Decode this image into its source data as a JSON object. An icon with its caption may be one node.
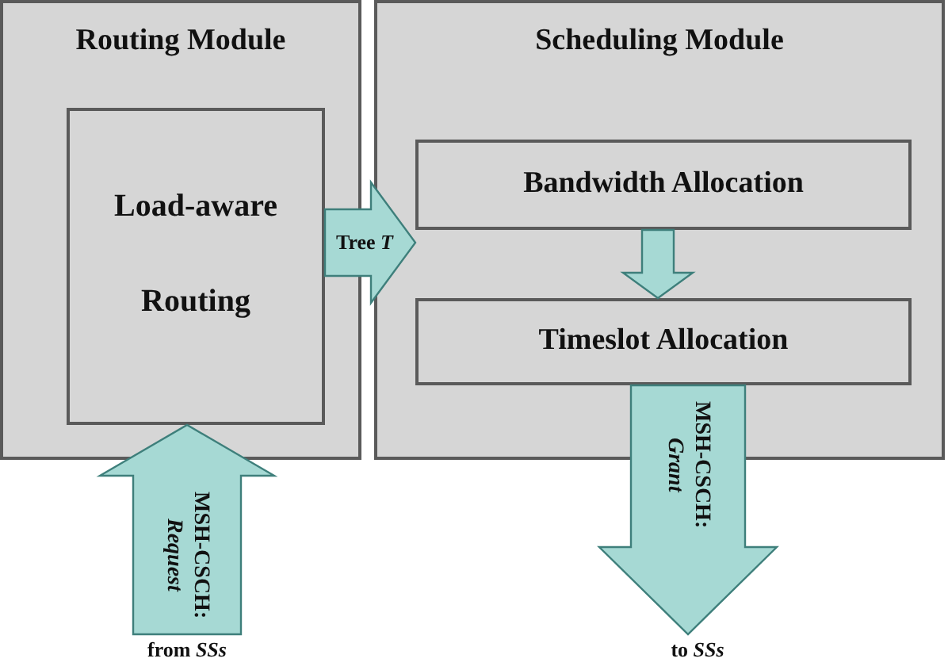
{
  "diagram": {
    "nodes": [
      {
        "text": [
          "Routing Module"
        ]
      },
      {
        "text": [
          "Load-aware Routing"
        ],
        "in": 0
      },
      {
        "text": [
          "Scheduling Module"
        ]
      },
      {
        "text": [
          "Bandwidth Allocation"
        ],
        "in": 2
      },
      {
        "text": [
          "Timeslot Allocation"
        ],
        "in": 2
      },
      {
        "text": [
          "from *SSs*"
        ]
      },
      {
        "text": [
          "to *SSs*"
        ]
      }
    ],
    "edges": [
      {
        "from": 1,
        "to": 2,
        "arrow": "to",
        "label": "Tree *T*"
      },
      {
        "from": 3,
        "to": 4,
        "arrow": "to"
      },
      {
        "from": 5,
        "to": 1,
        "arrow": "to",
        "label": "MSH-CSCH: *Request*"
      },
      {
        "from": 4,
        "to": 6,
        "arrow": "to",
        "label": "MSH-CSCH: *Grant*"
      }
    ]
  }
}
